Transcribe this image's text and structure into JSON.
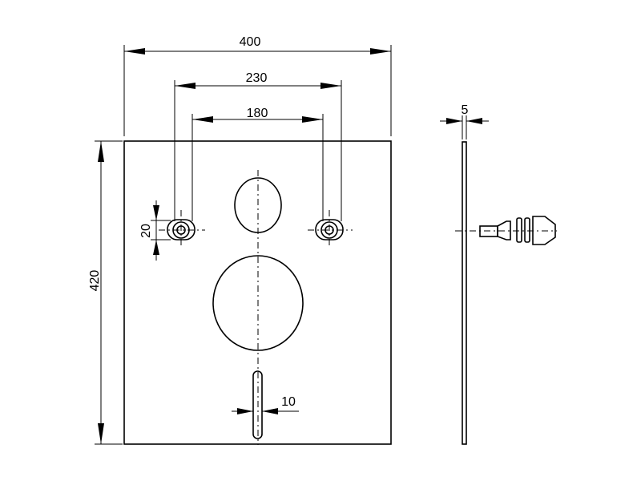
{
  "dimensions": {
    "overall_width": "400",
    "outer_bolt_spacing": "230",
    "inner_bolt_spacing": "180",
    "overall_height": "420",
    "bolt_hole_height": "20",
    "slot_width": "10",
    "plate_thickness": "5"
  }
}
